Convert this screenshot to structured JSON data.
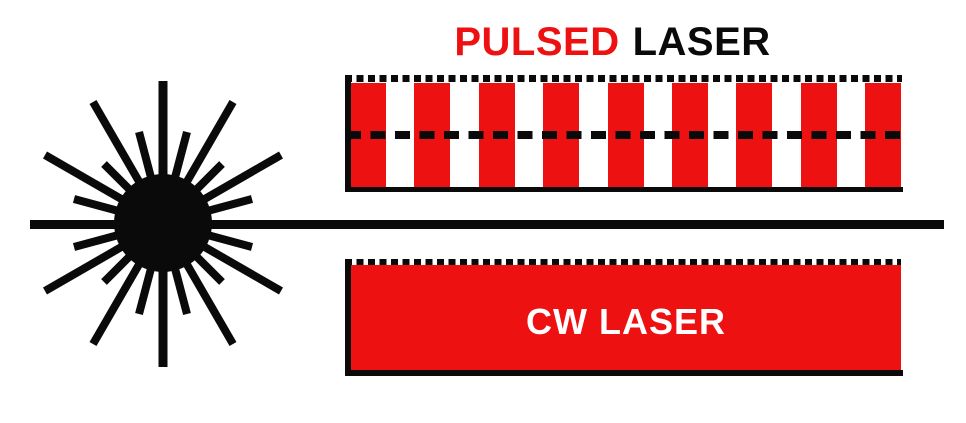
{
  "figure": {
    "title": {
      "highlight": "PULSED",
      "rest": "LASER",
      "highlight_color": "#ee1111",
      "rest_color": "#0a0a0a"
    },
    "pulsed_laser": {
      "pulse_count": 9
    },
    "cw_laser": {
      "label": "CW LASER",
      "label_color": "#ffffff"
    },
    "colors": {
      "red": "#ee1111",
      "black": "#0a0a0a",
      "background": "#ffffff"
    },
    "icons": {
      "source": "laser-starburst-icon"
    }
  }
}
